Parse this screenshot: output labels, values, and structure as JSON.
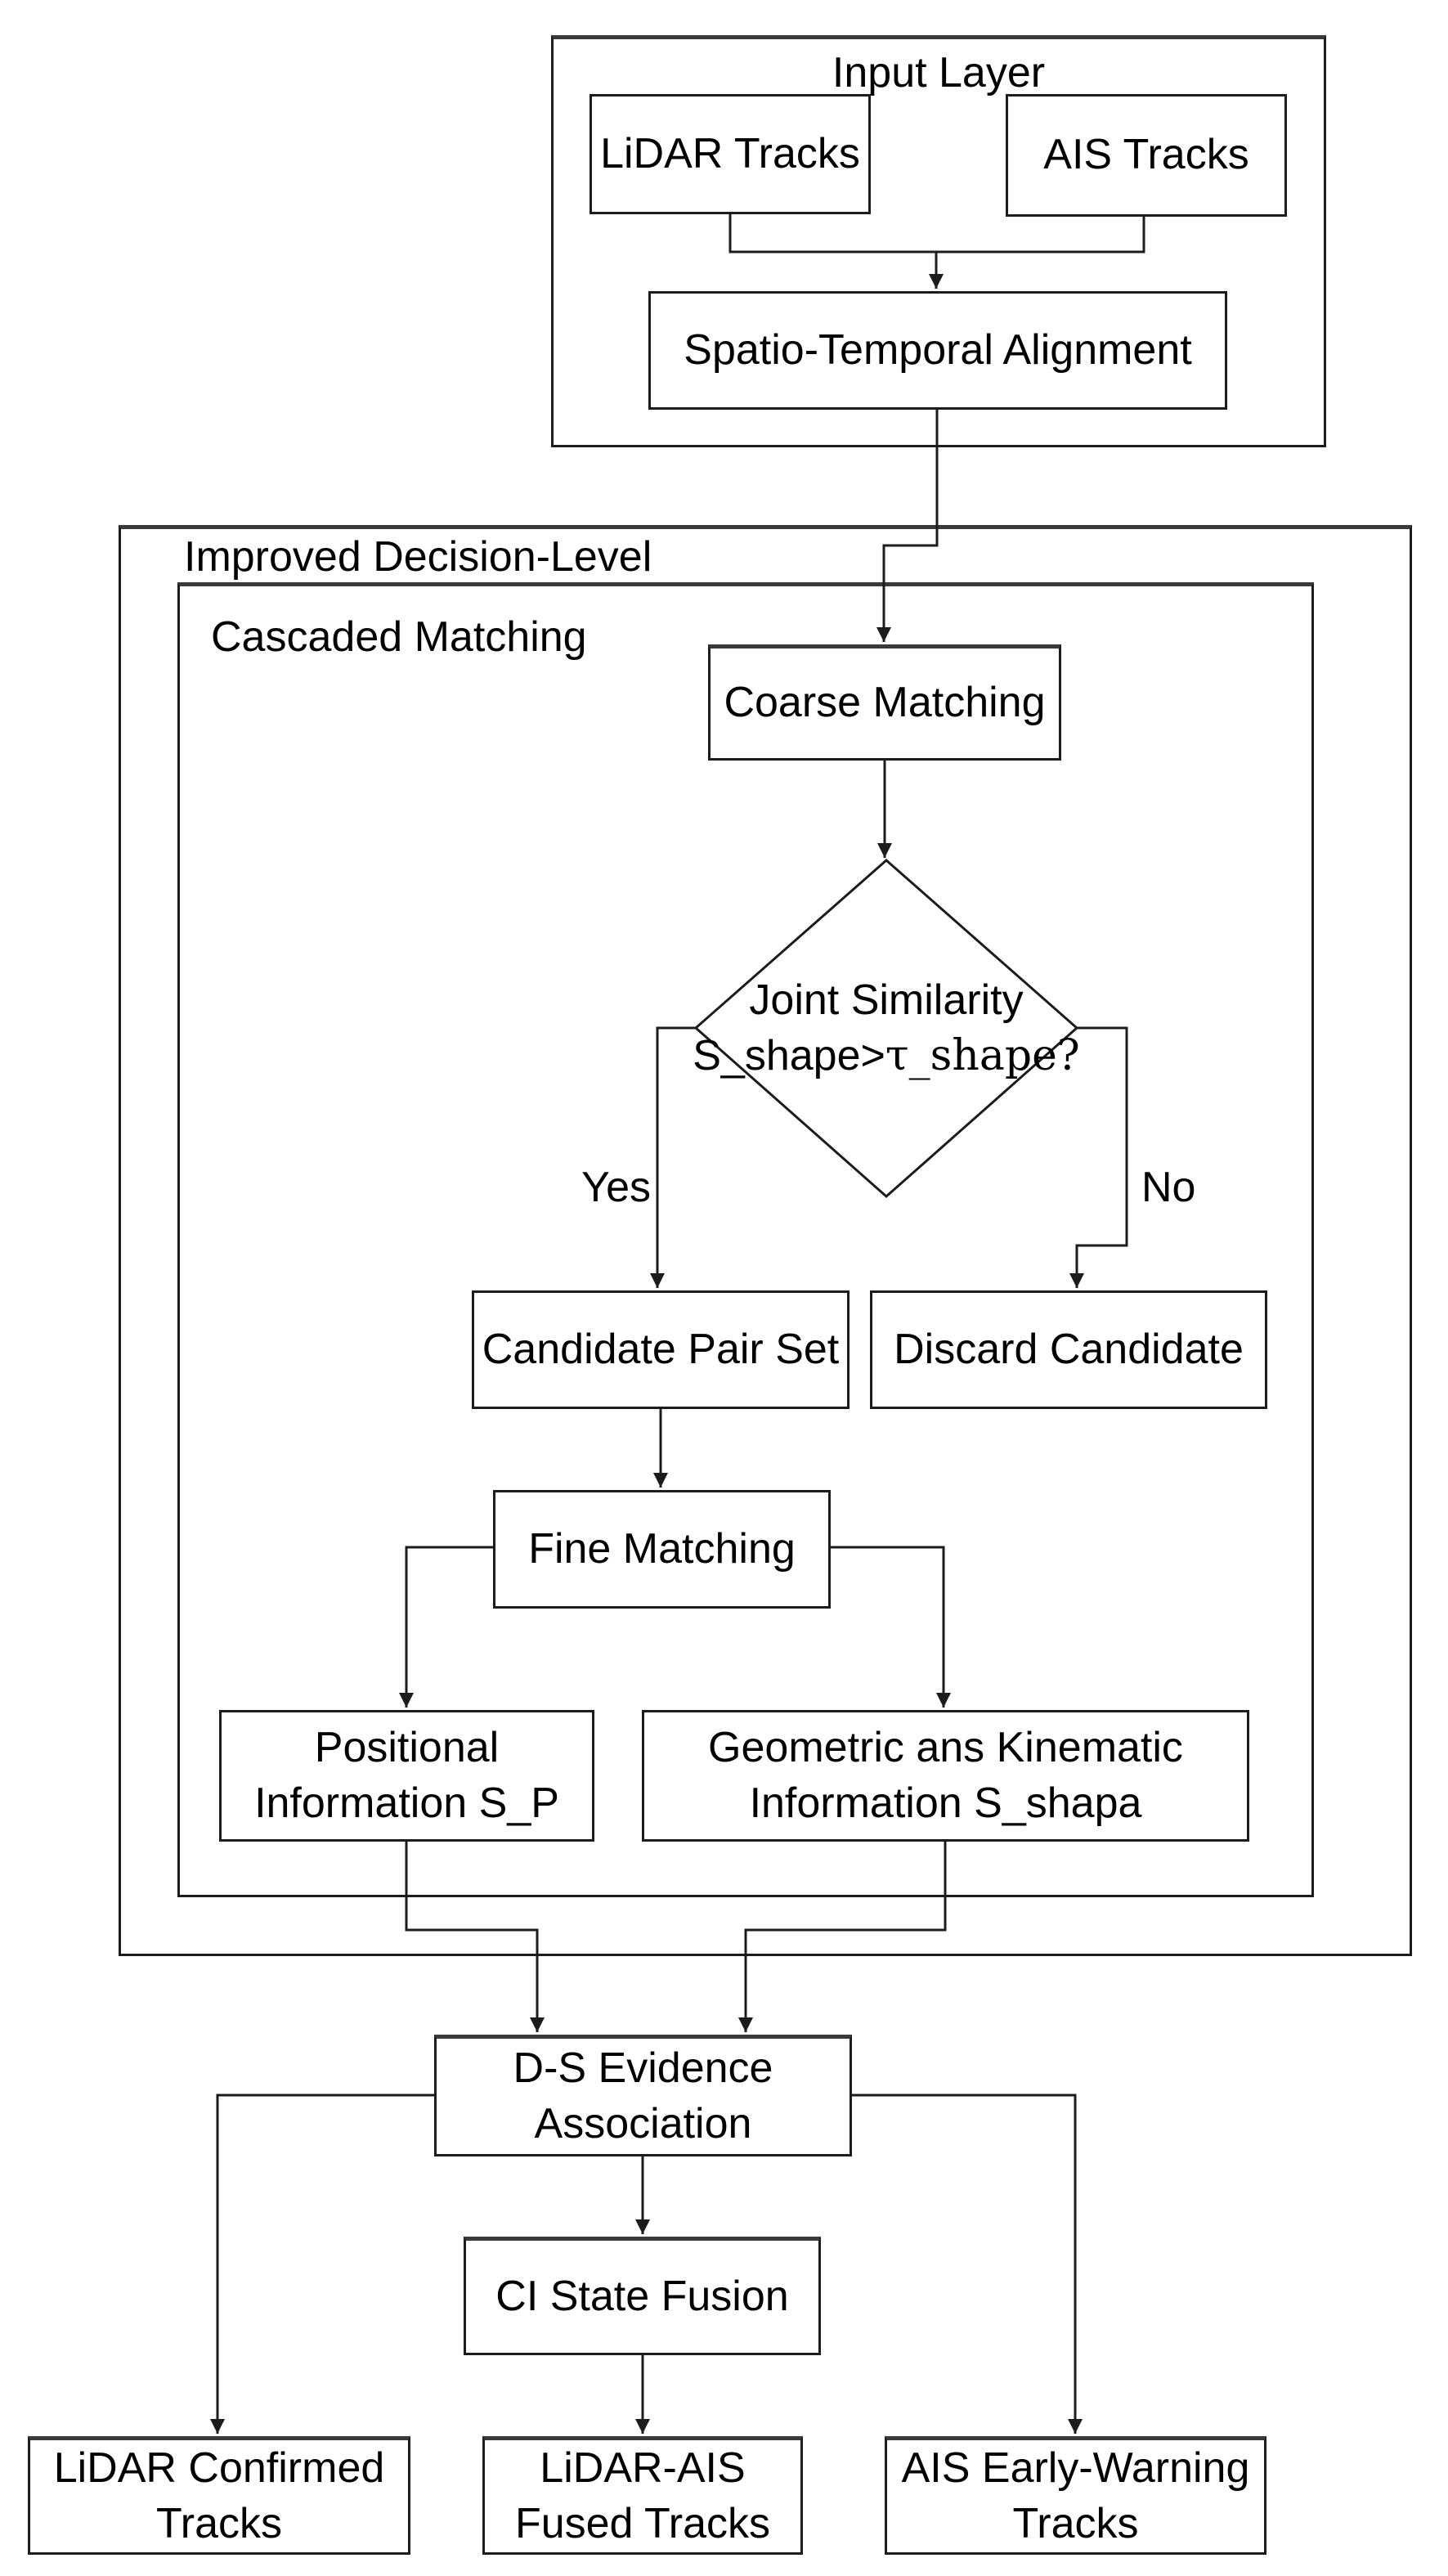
{
  "nodes": {
    "input_layer": {
      "label": "Input Layer"
    },
    "lidar_tracks": {
      "label": "LiDAR Tracks"
    },
    "ais_tracks": {
      "label": "AIS Tracks"
    },
    "spatio_temporal": {
      "label": "Spatio-Temporal Alignment"
    },
    "improved_decision": {
      "label": "Improved Decision-Level"
    },
    "cascaded_matching": {
      "label": "Cascaded Matching"
    },
    "coarse_matching": {
      "label": "Coarse Matching"
    },
    "joint_similarity": {
      "line1": "Joint Similarity",
      "line2_prefix": "S_shape>",
      "line2_tau": "τ_shape?"
    },
    "candidate_pair_set": {
      "label": "Candidate Pair Set"
    },
    "discard_candidate": {
      "label": "Discard Candidate"
    },
    "fine_matching": {
      "label": "Fine Matching"
    },
    "positional_information": {
      "line1": "Positional",
      "line2": "Information S_P"
    },
    "geometric_kinematic": {
      "line1": "Geometric ans Kinematic",
      "line2": "Information S_shapa"
    },
    "ds_evidence": {
      "line1": "D-S Evidence",
      "line2": "Association"
    },
    "ci_state_fusion": {
      "label": "CI State Fusion"
    },
    "lidar_confirmed": {
      "line1": "LiDAR Confirmed",
      "line2": "Tracks"
    },
    "lidar_ais_fused": {
      "line1": "LiDAR-AIS",
      "line2": "Fused Tracks"
    },
    "ais_early_warning": {
      "line1": "AIS Early-Warning",
      "line2": "Tracks"
    }
  },
  "branch_labels": {
    "yes": "Yes",
    "no": "No"
  },
  "colors": {
    "line": "#1c1c1c",
    "heavy_edge": "#3a3a3a",
    "background": "#ffffff",
    "text": "#000000"
  }
}
